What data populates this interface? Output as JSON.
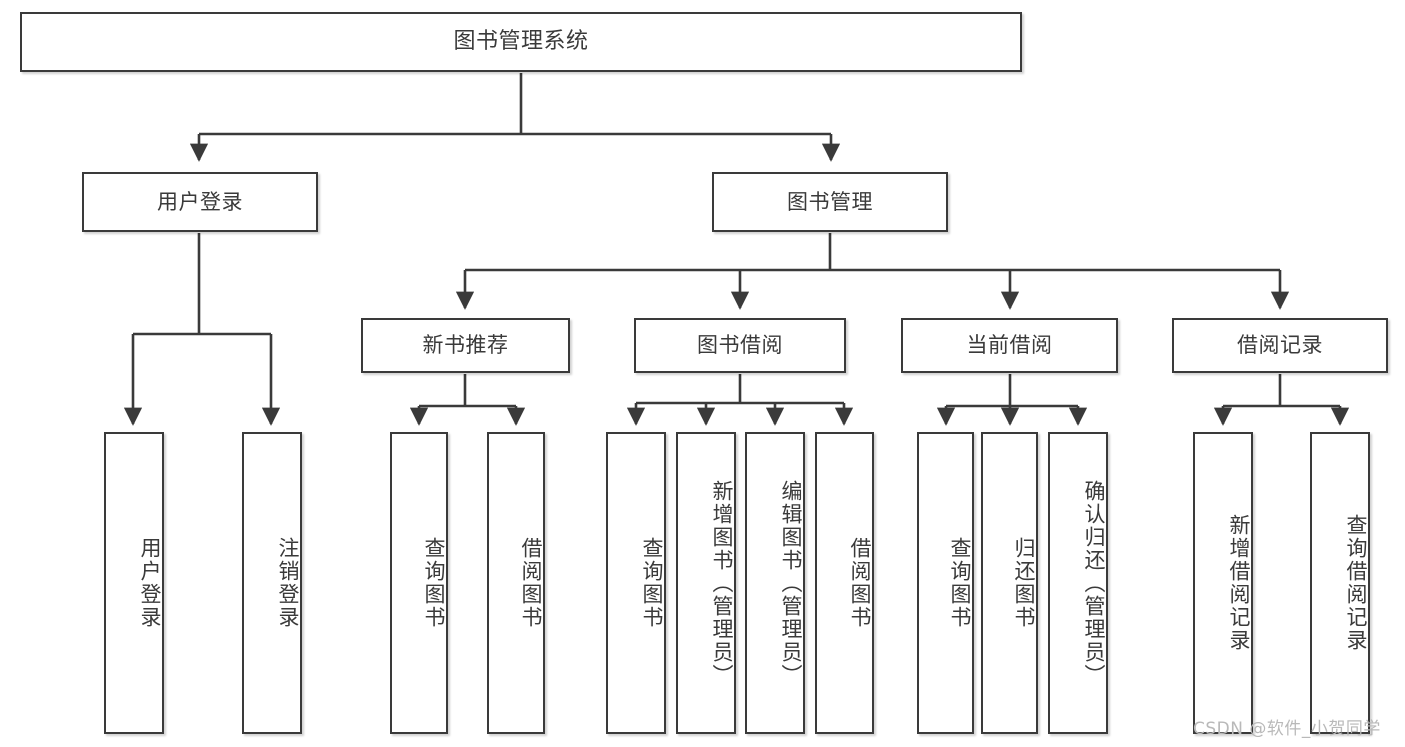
{
  "diagram": {
    "title": "图书管理系统",
    "type": "hierarchy-tree",
    "levels": 4
  },
  "nodes": {
    "root": {
      "label": "图书管理系统"
    },
    "level2": [
      {
        "id": "user-login",
        "label": "用户登录"
      },
      {
        "id": "book-manage",
        "label": "图书管理"
      }
    ],
    "level3": [
      {
        "id": "new-book-recommend",
        "label": "新书推荐"
      },
      {
        "id": "book-borrow",
        "label": "图书借阅"
      },
      {
        "id": "current-borrow",
        "label": "当前借阅"
      },
      {
        "id": "borrow-record",
        "label": "借阅记录"
      }
    ],
    "leaves": {
      "user_login": [
        {
          "id": "leaf-user-login",
          "label": "用户登录"
        },
        {
          "id": "leaf-logout-login",
          "label": "注销登录"
        }
      ],
      "new_book_recommend": [
        {
          "id": "leaf-query-book-1",
          "label": "查询图书"
        },
        {
          "id": "leaf-borrow-book-1",
          "label": "借阅图书"
        }
      ],
      "book_borrow": [
        {
          "id": "leaf-query-book-2",
          "label": "查询图书"
        },
        {
          "id": "leaf-add-book",
          "label": "新增图书（管理员）"
        },
        {
          "id": "leaf-edit-book",
          "label": "编辑图书（管理员）"
        },
        {
          "id": "leaf-borrow-book-2",
          "label": "借阅图书"
        }
      ],
      "current_borrow": [
        {
          "id": "leaf-query-book-3",
          "label": "查询图书"
        },
        {
          "id": "leaf-return-book",
          "label": "归还图书"
        },
        {
          "id": "leaf-confirm-return",
          "label": "确认归还（管理员）"
        }
      ],
      "borrow_record": [
        {
          "id": "leaf-add-record",
          "label": "新增借阅记录"
        },
        {
          "id": "leaf-query-record",
          "label": "查询借阅记录"
        }
      ]
    }
  },
  "watermark": {
    "text": "CSDN @软件_小贺同学"
  },
  "colors": {
    "border": "#3a3a3a",
    "text": "#3a3a3a",
    "background": "#ffffff",
    "watermark": "#b9b9b9"
  }
}
